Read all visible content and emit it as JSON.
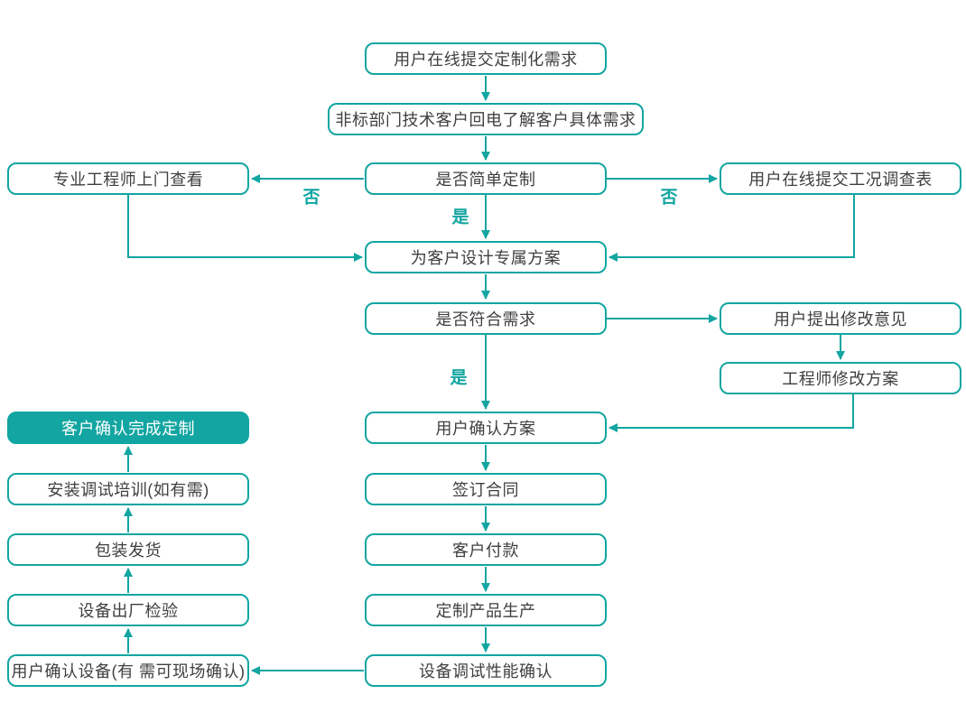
{
  "flowchart": {
    "colors": {
      "accent": "#12a5a1",
      "text": "#3f3f3f",
      "node_bg": "#ffffff",
      "terminal_bg": "#12a5a1",
      "terminal_text": "#ffffff"
    },
    "nodes": {
      "submit_request": "用户在线提交定制化需求",
      "callback": "非标部门技术客户回电了解客户具体需求",
      "engineer_visit": "专业工程师上门查看",
      "simple_decision": "是否简单定制",
      "survey_form": "用户在线提交工况调查表",
      "design_plan": "为客户设计专属方案",
      "meet_decision": "是否符合需求",
      "feedback": "用户提出修改意见",
      "revise_plan": "工程师修改方案",
      "confirm_plan": "用户确认方案",
      "complete": "客户确认完成定制",
      "sign_contract": "签订合同",
      "training": "安装调试培训(如有需)",
      "payment": "客户付款",
      "shipping": "包装发货",
      "production": "定制产品生产",
      "factory_inspection": "设备出厂检验",
      "debug_confirm": "设备调试性能确认",
      "user_confirm_device": "用户确认设备(有 需可现场确认)"
    },
    "edge_labels": {
      "no_left": "否",
      "no_right": "否",
      "yes_top": "是",
      "yes_bottom": "是"
    }
  }
}
